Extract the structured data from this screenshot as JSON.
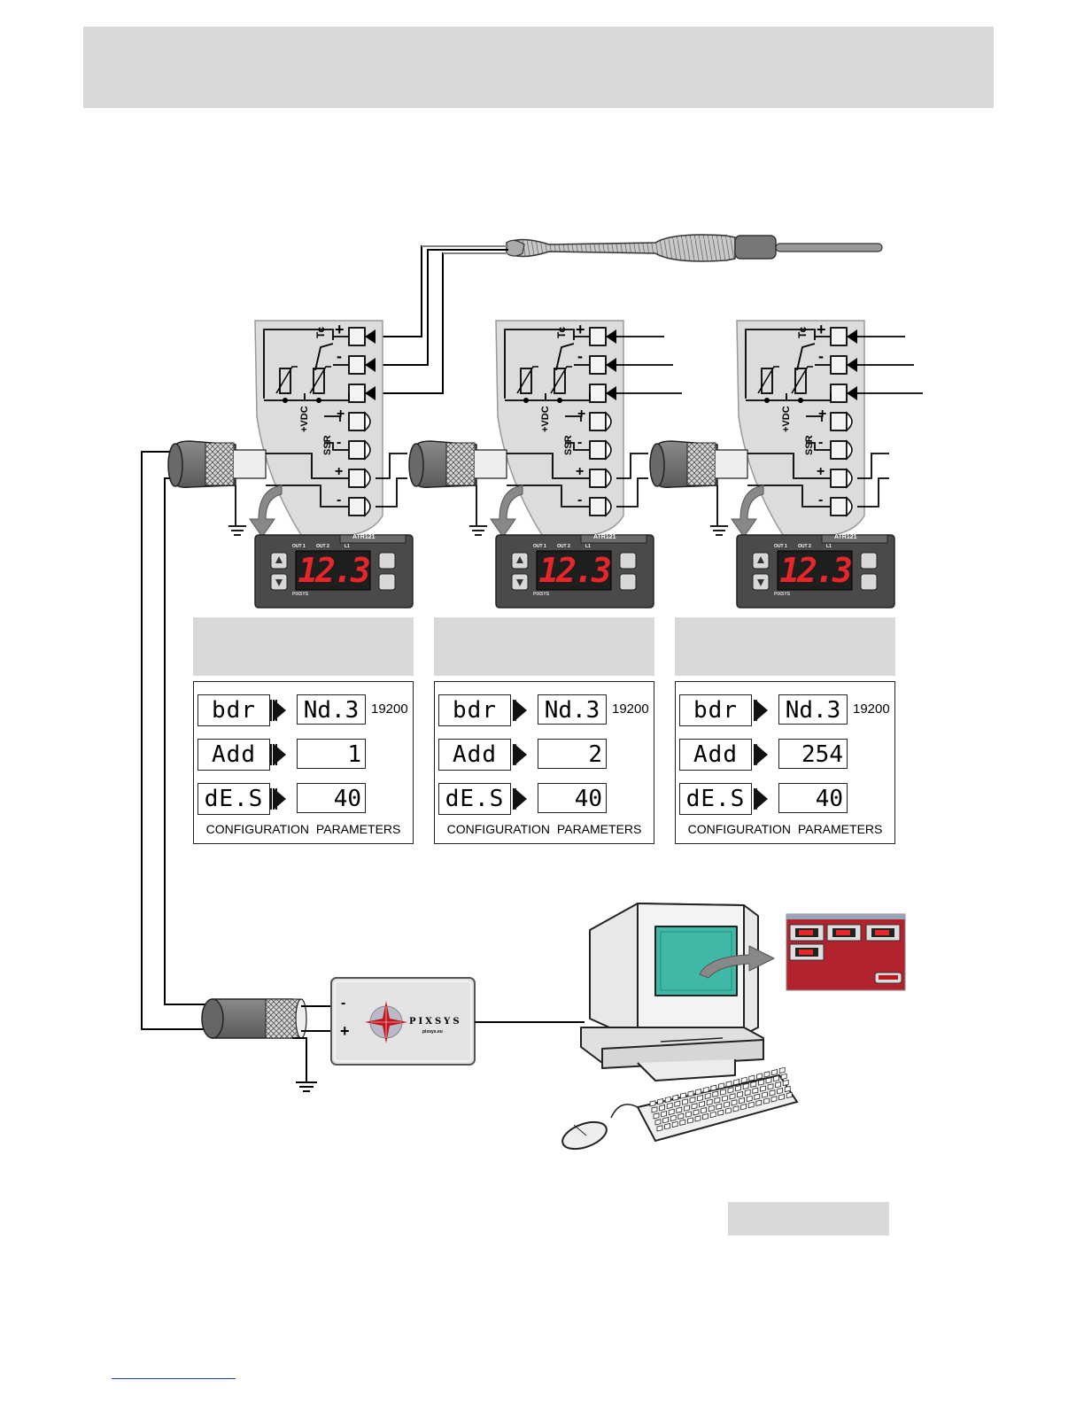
{
  "devices": [
    {
      "model": "ATR121",
      "brand": "PIXSYS",
      "display_value": "12.3",
      "led_labels": [
        "OUT 1",
        "OUT 2",
        "L1"
      ],
      "terminals": {
        "tc": "Tc",
        "vdc": "+VDC",
        "ssr": "SSR",
        "plus": "+",
        "minus": "-"
      },
      "config": {
        "bdr": {
          "code": "bdr",
          "value": "Nd.3",
          "note": "19200"
        },
        "add": {
          "code": "Add",
          "value": "1"
        },
        "des": {
          "code": "dE.S",
          "value": "40"
        },
        "caption": "CONFIGURATION PARAMETERS"
      }
    },
    {
      "model": "ATR121",
      "brand": "PIXSYS",
      "display_value": "12.3",
      "led_labels": [
        "OUT 1",
        "OUT 2",
        "L1"
      ],
      "terminals": {
        "tc": "Tc",
        "vdc": "+VDC",
        "ssr": "SSR",
        "plus": "+",
        "minus": "-"
      },
      "config": {
        "bdr": {
          "code": "bdr",
          "value": "Nd.3",
          "note": "19200"
        },
        "add": {
          "code": "Add",
          "value": "2"
        },
        "des": {
          "code": "dE.S",
          "value": "40"
        },
        "caption": "CONFIGURATION PARAMETERS"
      }
    },
    {
      "model": "ATR121",
      "brand": "PIXSYS",
      "display_value": "12.3",
      "led_labels": [
        "OUT 1",
        "OUT 2",
        "L1"
      ],
      "terminals": {
        "tc": "Tc",
        "vdc": "+VDC",
        "ssr": "SSR",
        "plus": "+",
        "minus": "-"
      },
      "config": {
        "bdr": {
          "code": "bdr",
          "value": "Nd.3",
          "note": "19200"
        },
        "add": {
          "code": "Add",
          "value": "254"
        },
        "des": {
          "code": "dE.S",
          "value": "40"
        },
        "caption": "CONFIGURATION PARAMETERS"
      }
    }
  ],
  "converter": {
    "brand": "PIXSYS",
    "sub": "pixsys.eu",
    "minus": "-",
    "plus": "+"
  },
  "colors": {
    "display_red": "#e8262a",
    "device_body": "#4a4a4a",
    "monitor_screen": "#3fb8a8",
    "app_window": "#b3232e",
    "header_gray": "#d9d9d9"
  }
}
